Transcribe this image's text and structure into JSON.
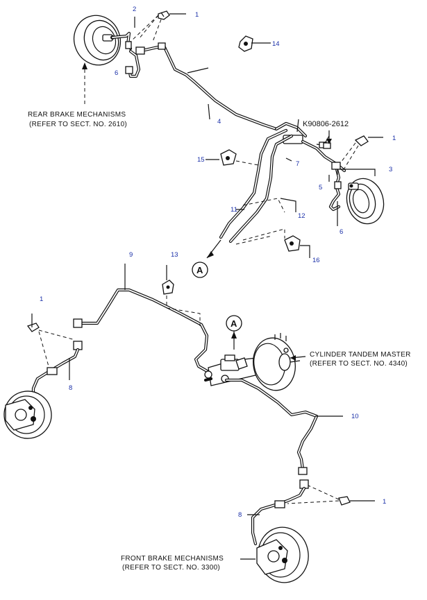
{
  "diagram": {
    "reference_code": "K90806-2612",
    "captions": {
      "rear_line1": "REAR BRAKE MECHANISMS",
      "rear_line2": "(REFER TO SECT. NO. 2610)",
      "cylinder_line1": "CYLINDER TANDEM MASTER",
      "cylinder_line2": "(REFER TO SECT. NO. 4340)",
      "front_line1": "FRONT BRAKE MECHANISMS",
      "front_line2": "(REFER TO SECT. NO. 3300)"
    },
    "markers": {
      "a_bottom": "A",
      "a_top": "A"
    },
    "callouts": {
      "c1_top": "1",
      "c2": "2",
      "c6_top": "6",
      "c14": "14",
      "c4": "4",
      "c1_right": "1",
      "c15": "15",
      "c7": "7",
      "c3": "3",
      "c5": "5",
      "c11": "11",
      "c12": "12",
      "c6_right": "6",
      "c16": "16",
      "c9": "9",
      "c13": "13",
      "c1_left": "1",
      "c8_left": "8",
      "c10": "10",
      "c1_bottom": "1",
      "c8_bottom": "8"
    }
  }
}
